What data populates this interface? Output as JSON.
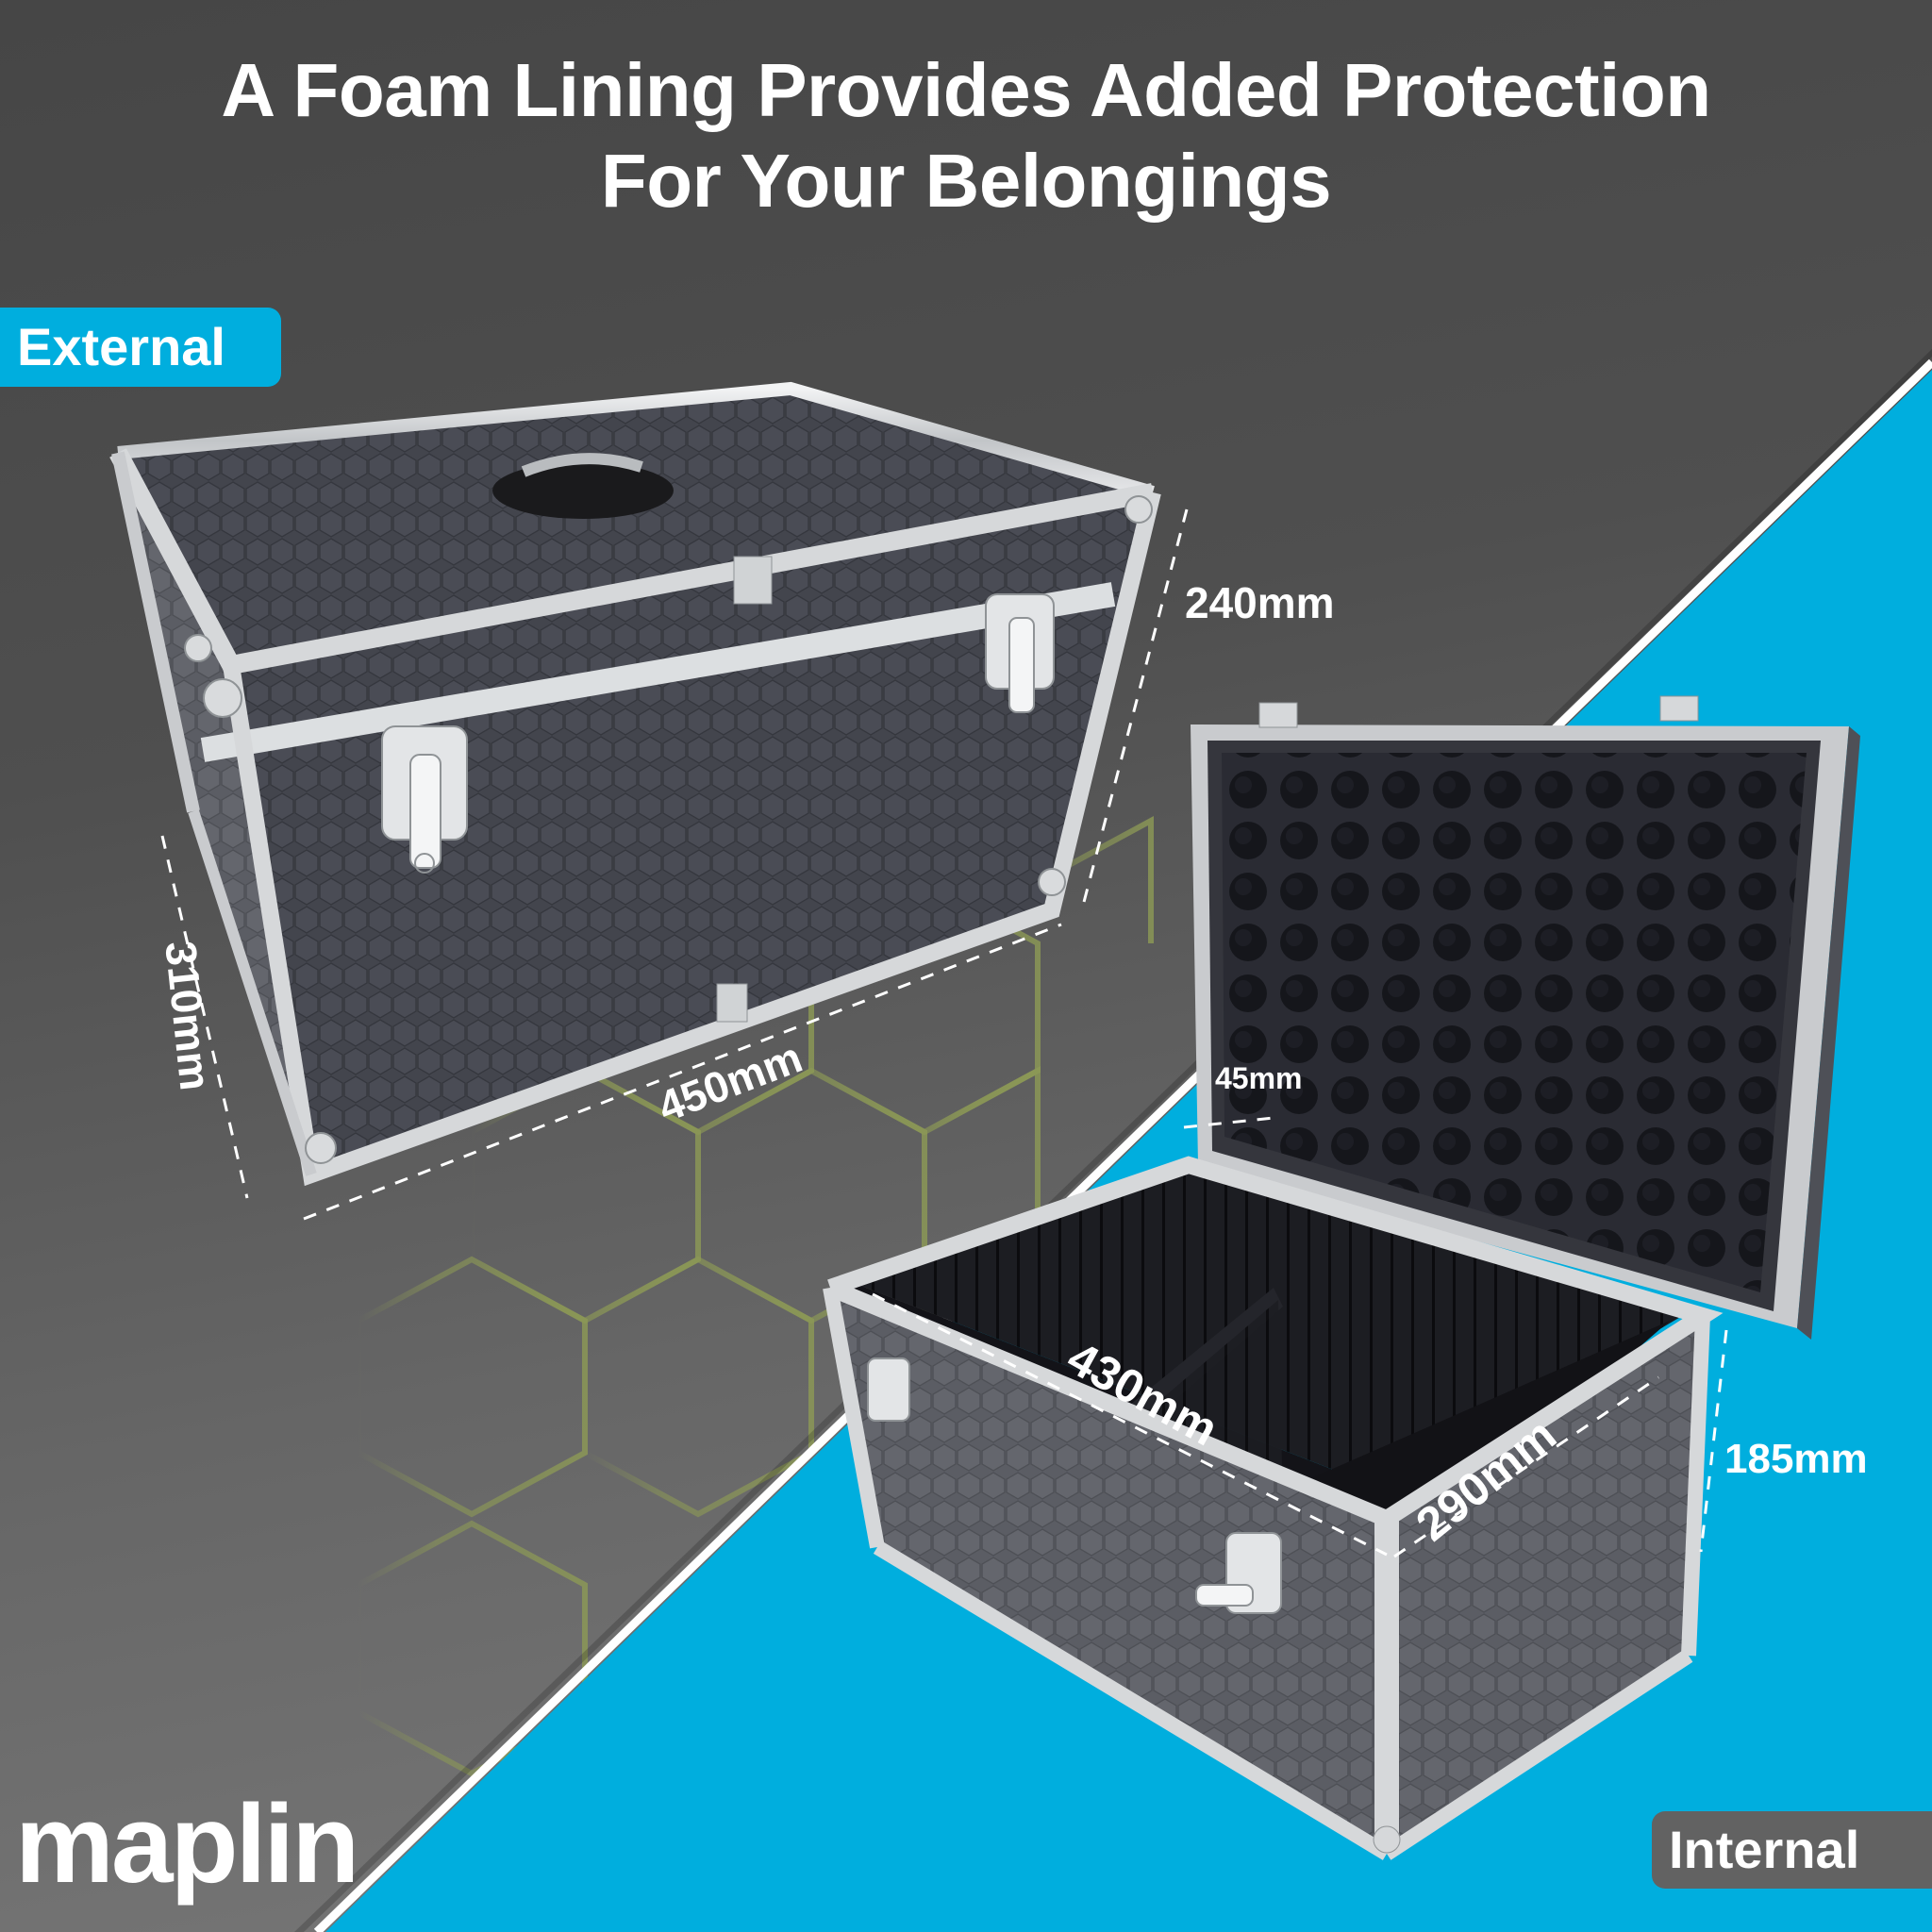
{
  "headline": {
    "line1": "A Foam Lining Provides Added Protection",
    "line2": "For Your Belongings"
  },
  "tags": {
    "external": "External",
    "internal": "Internal"
  },
  "brand": {
    "logo": "maplin"
  },
  "dimensions": {
    "external": {
      "depth": "240mm",
      "height": "310mm",
      "width": "450mm"
    },
    "internal": {
      "lid_foam": "45mm",
      "width": "430mm",
      "depth": "290mm",
      "height": "185mm"
    }
  },
  "colors": {
    "background_top": "#464646",
    "background_bottom": "#7b7b7b",
    "accent_blue": "#00aede",
    "internal_tag": "#626262",
    "hex_pattern": "#8d9a55",
    "case_body": "#3e4048",
    "aluminium_trim": "#d6d8da",
    "foam": "#1c1c22"
  },
  "icons": {
    "closed_case": "closed-aluminium-case-illustration",
    "open_case": "open-aluminium-case-illustration"
  }
}
